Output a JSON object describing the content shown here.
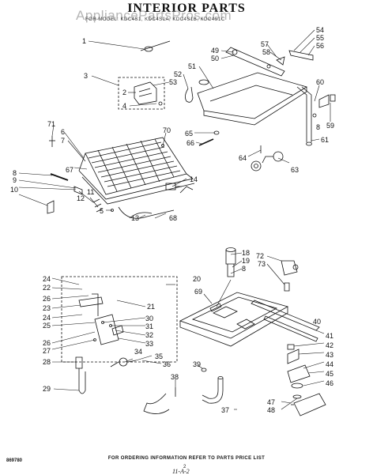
{
  "title": "INTERIOR PARTS",
  "watermark": "AppliancePartsPros.com",
  "subtitle": "FOR MODEL: KDC4S1, KDC4S1A, KDC4S1B, KDC4S1C",
  "document_code": "869780",
  "footer_note": "FOR ORDERING INFORMATION REFER TO PARTS PRICE LIST",
  "page_number": "2",
  "handwritten_note": "11-A-2",
  "callouts": {
    "c1": "1",
    "c2": "2",
    "c3": "3",
    "c4": "4",
    "c5": "5",
    "c6": "6",
    "c7": "7",
    "c8a": "8",
    "c8b": "8",
    "c8c": "8",
    "c9": "9",
    "c10": "10",
    "c11": "11",
    "c12": "12",
    "c13": "13",
    "c14": "14",
    "c18": "18",
    "c19": "19",
    "c20": "20",
    "c21": "21",
    "c22": "22",
    "c23": "23",
    "c24a": "24",
    "c24b": "24",
    "c25": "25",
    "c26a": "26",
    "c26b": "26",
    "c27": "27",
    "c28": "28",
    "c29": "29",
    "c30": "30",
    "c31": "31",
    "c32": "32",
    "c33": "33",
    "c34": "34",
    "c35": "35",
    "c36": "36",
    "c37": "37",
    "c38": "38",
    "c39": "39",
    "c40": "40",
    "c41": "41",
    "c42": "42",
    "c43": "43",
    "c44": "44",
    "c45": "45",
    "c46": "46",
    "c47": "47",
    "c48": "48",
    "c49": "49",
    "c50": "50",
    "c51": "51",
    "c52": "52",
    "c53": "53",
    "c54": "54",
    "c55": "55",
    "c56": "56",
    "c57": "57",
    "c58": "58",
    "c59": "59",
    "c60": "60",
    "c61": "61",
    "c63": "63",
    "c64": "64",
    "c65": "65",
    "c66": "66",
    "c67": "67",
    "c68": "68",
    "c69": "69",
    "c70": "70",
    "c71": "71",
    "c72": "72",
    "c73": "73"
  }
}
